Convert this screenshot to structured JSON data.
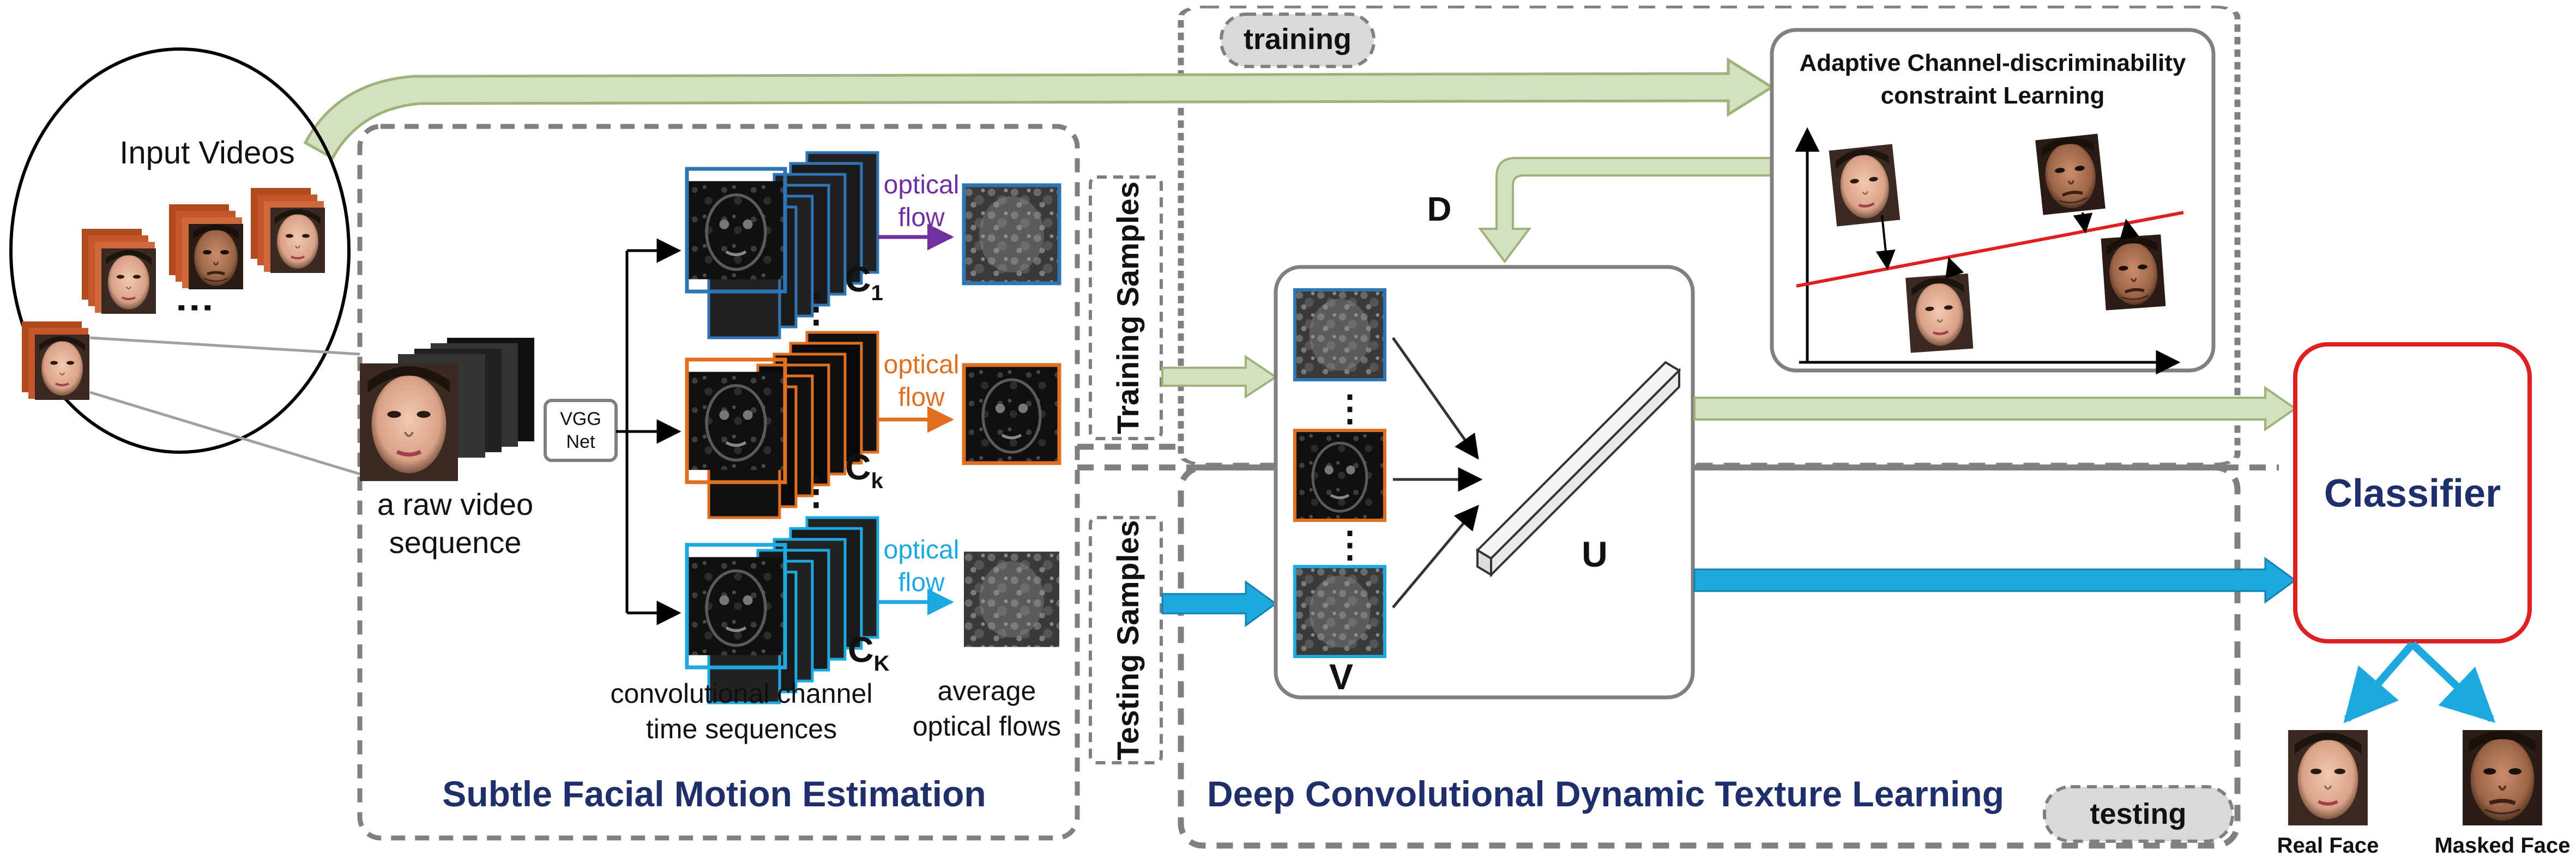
{
  "labels": {
    "input_videos": "Input Videos",
    "raw_video_line1": "a raw video",
    "raw_video_line2": "sequence",
    "vgg_line1": "VGG",
    "vgg_line2": "Net",
    "optical": "optical",
    "flow": "flow",
    "c1_main": "C",
    "c1_sub": "1",
    "ck_main": "C",
    "ck_sub": "k",
    "cK_main": "C",
    "cK_sub": "K",
    "dots": "⋮",
    "conv_line1": "convolutional channel",
    "conv_line2": "time sequences",
    "avg_line1": "average",
    "avg_line2": "optical flows",
    "subtle": "Subtle Facial Motion Estimation",
    "training_samples": "Training Samples",
    "testing_samples": "Testing Samples",
    "training": "training",
    "testing": "testing",
    "acl_line1": "Adaptive Channel-discriminability",
    "acl_line2": "constraint  Learning",
    "D": "D",
    "U": "U",
    "V": "V",
    "deep": "Deep Convolutional Dynamic Texture Learning",
    "classifier": "Classifier",
    "real_face": "Real Face",
    "masked_face": "Masked Face"
  },
  "colors": {
    "purple": "#7030a0",
    "orange": "#e07020",
    "cyan": "#1ea8e0",
    "blue_frame": "#2e75b6",
    "sage": "#c8d8b0",
    "sage_dark": "#9fb27a",
    "red": "#e02020",
    "navy": "#1f2f6b",
    "gray": "#808080"
  },
  "icons": {
    "face": "face-thumbnail-icon",
    "feature": "feature-map-icon"
  }
}
